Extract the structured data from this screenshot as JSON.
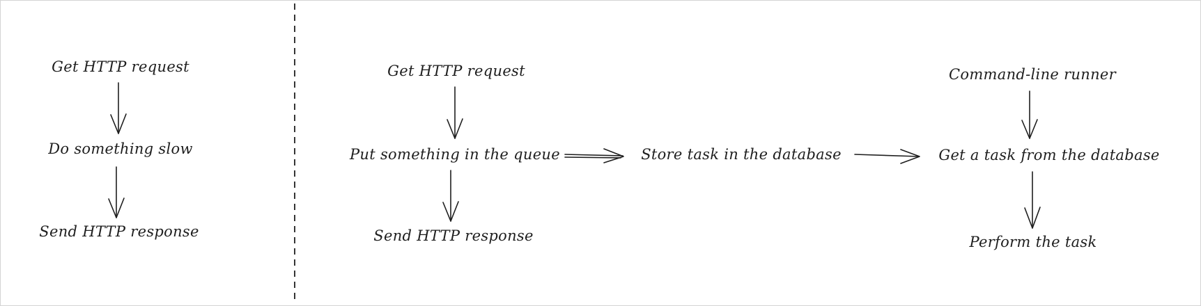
{
  "diagram": {
    "left": {
      "get_request": "Get HTTP request",
      "do_slow": "Do something slow",
      "send_response": "Send HTTP response"
    },
    "right": {
      "get_request": "Get HTTP request",
      "put_queue": "Put something in the queue",
      "send_response": "Send HTTP response",
      "store_task": "Store task in the database",
      "cli_runner": "Command-line runner",
      "get_task": "Get a task from the database",
      "perform_task": "Perform the task"
    }
  }
}
